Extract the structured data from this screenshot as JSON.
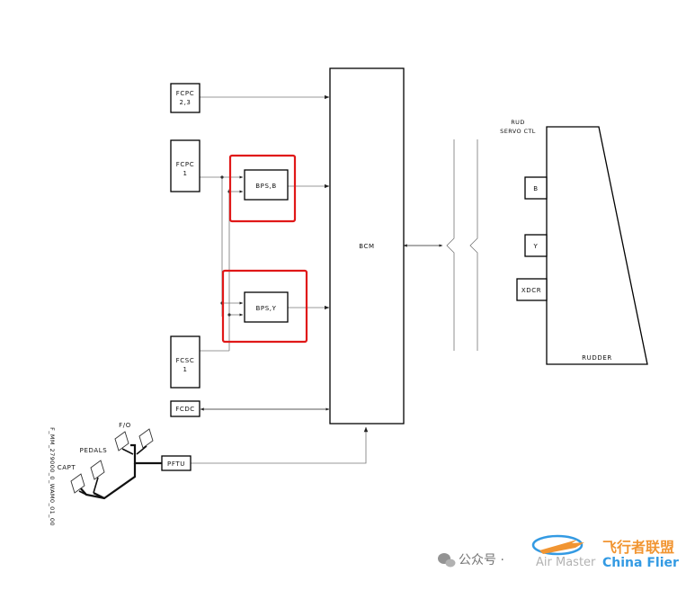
{
  "diagram": {
    "boxes": {
      "fcpc23": [
        "FCPC",
        "2,3"
      ],
      "fcpc1": [
        "FCPC",
        "1"
      ],
      "fcsc1": [
        "FCSC",
        "1"
      ],
      "fcdc": "FCDC",
      "bps_b": "BPS,B",
      "bps_y": "BPS,Y",
      "bcm": "BCM",
      "pftu": "PFTU",
      "servo_b": "B",
      "servo_y": "Y",
      "xdcr": "XDCR"
    },
    "labels": {
      "rud_servo": [
        "RUD",
        "SERVO CTL"
      ],
      "rudder": "RUDDER",
      "pedals": "PEDALS",
      "capt": "CAPT",
      "fo": "F/O",
      "figure_id": "F_MM_279000_0_WAM0_01_00"
    }
  },
  "watermark": {
    "wechat": "公众号 ·",
    "airmaster": "Air Master",
    "brand_cn": "飞行者联盟",
    "brand_en": "China Flier"
  },
  "colors": {
    "highlight": "#e01818",
    "brand_blue": "#1e90e0",
    "brand_orange": "#f08a1c"
  }
}
